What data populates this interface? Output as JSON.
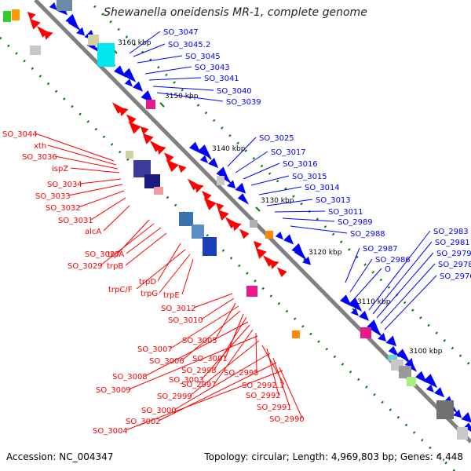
{
  "title": "Shewanella oneidensis MR-1, complete genome",
  "accession": "Accession: NC_004347",
  "summary": "Topology: circular; Length: 4,969,803 bp; Genes: 4,448",
  "colors": {
    "forward": "#0000ff",
    "reverse": "#ff0000",
    "backbone": "#808080",
    "ticks": "#008000"
  },
  "kbp_ticks": [
    "3160 kbp",
    "3150 kbp",
    "3140 kbp",
    "3130 kbp",
    "3120 kbp",
    "3110 kbp",
    "3100 kbp"
  ],
  "forward_genes": [
    "SO_3047",
    "SO_3045.2",
    "SO_3045",
    "SO_3043",
    "SO_3041",
    "SO_3040",
    "SO_3039",
    "SO_3025",
    "SO_3017",
    "SO_3016",
    "SO_3015",
    "SO_3014",
    "SO_3013",
    "SO_3011",
    "SO_2989",
    "SO_2988",
    "SO_2987",
    "SO_2986",
    "O",
    "SO_2983",
    "SO_2981",
    "SO_2979",
    "SO_2978",
    "SO_2976"
  ],
  "reverse_genes": [
    "SO_3044",
    "xth",
    "SO_3036",
    "ispZ",
    "SO_3034",
    "SO_3033",
    "SO_3032",
    "SO_3031",
    "alcA",
    "SO_3027",
    "SO_3029",
    "trpA",
    "trpB",
    "trpD",
    "trpC/F",
    "trpG",
    "trpE",
    "SO_3012",
    "SO_3010",
    "SO_3005",
    "SO_3007",
    "SO_3006",
    "SO_3001",
    "SO_2998",
    "SO_3008",
    "SO_3003",
    "SO_2997",
    "SO_2995",
    "SO_3009",
    "SO_2999",
    "SO_2992.1",
    "SO_2992",
    "SO_3000",
    "SO_2991",
    "SO_3002",
    "SO_2990",
    "SO_3004"
  ]
}
